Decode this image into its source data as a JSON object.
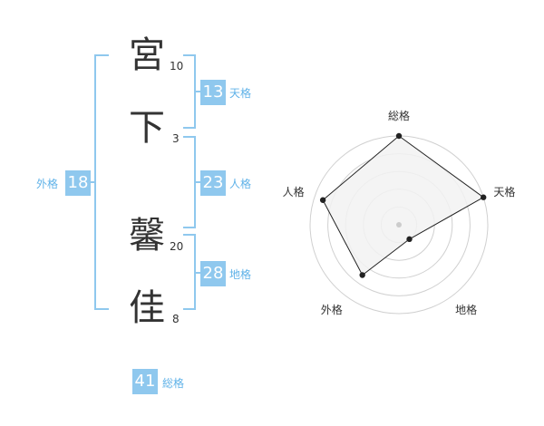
{
  "name": {
    "chars": [
      {
        "char": "宮",
        "strokes": "10"
      },
      {
        "char": "下",
        "strokes": "3"
      },
      {
        "char": "馨",
        "strokes": "20"
      },
      {
        "char": "佳",
        "strokes": "8"
      }
    ]
  },
  "kaku": {
    "tenkaku": {
      "value": "13",
      "label": "天格"
    },
    "jinkaku": {
      "value": "23",
      "label": "人格"
    },
    "chikaku": {
      "value": "28",
      "label": "地格"
    },
    "gaikaku": {
      "value": "18",
      "label": "外格"
    },
    "soukaku": {
      "value": "41",
      "label": "総格"
    }
  },
  "colors": {
    "accent": "#8fc8ee",
    "label": "#5fb2e8",
    "text": "#333333",
    "radar_fill": "#f2f2f2",
    "grid": "#d0d0d0"
  },
  "chart_data": {
    "type": "radar",
    "axes": [
      "総格",
      "天格",
      "地格",
      "外格",
      "人格"
    ],
    "values": [
      5,
      5,
      1,
      3.5,
      4.5
    ],
    "max": 5,
    "rings": 5
  }
}
